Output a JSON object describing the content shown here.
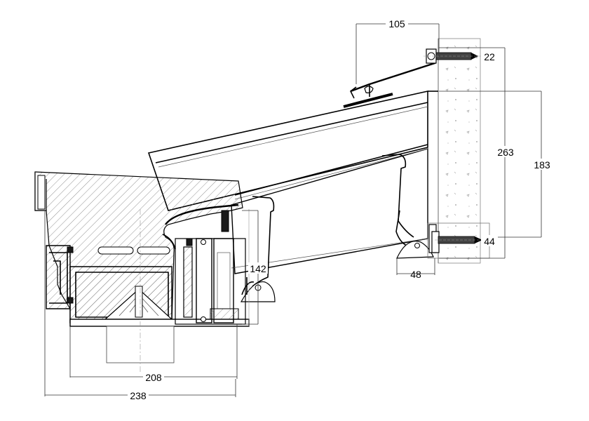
{
  "drawing": {
    "dimensions": {
      "top_width": "105",
      "screw_top": "22",
      "total_height": "263",
      "inner_height": "183",
      "screw_bottom": "44",
      "gutter_width": "48",
      "end_height": "142",
      "base_inner": "208",
      "base_outer": "238"
    }
  }
}
